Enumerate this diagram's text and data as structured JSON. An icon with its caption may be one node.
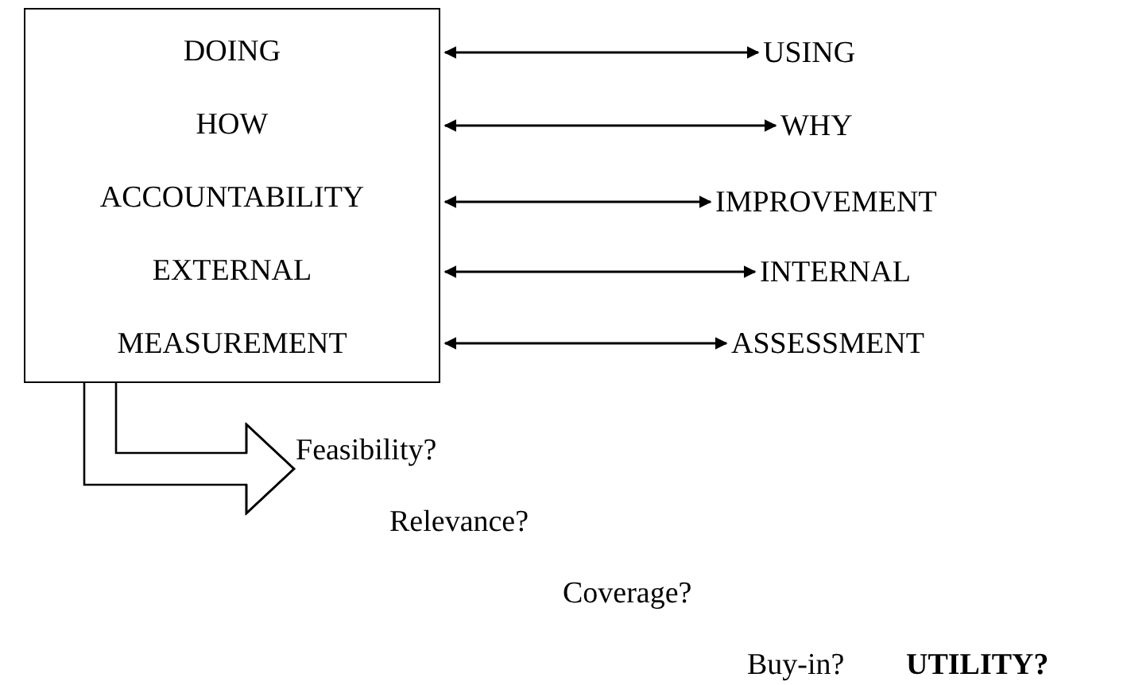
{
  "diagram": {
    "nodes": [
      {
        "text": [
          "DOING",
          "HOW",
          "ACCOUNTABILITY",
          "EXTERNAL",
          "MEASUREMENT"
        ]
      },
      {
        "text": [
          "USING"
        ]
      },
      {
        "text": [
          "WHY"
        ]
      },
      {
        "text": [
          "IMPROVEMENT"
        ]
      },
      {
        "text": [
          "INTERNAL"
        ]
      },
      {
        "text": [
          "ASSESSMENT"
        ]
      },
      {
        "text": [
          "Feasibility?"
        ]
      }
    ],
    "edges": [
      {
        "from": 0,
        "to": 1,
        "arrow": "both"
      },
      {
        "from": 0,
        "to": 2,
        "arrow": "both"
      },
      {
        "from": 0,
        "to": 3,
        "arrow": "both"
      },
      {
        "from": 0,
        "to": 4,
        "arrow": "both"
      },
      {
        "from": 0,
        "to": 5,
        "arrow": "both"
      },
      {
        "from": 0,
        "to": 6,
        "arrow": "to"
      }
    ],
    "labels": [
      "Relevance?",
      "Coverage?",
      "Buy-in?",
      "UTILITY?"
    ]
  }
}
